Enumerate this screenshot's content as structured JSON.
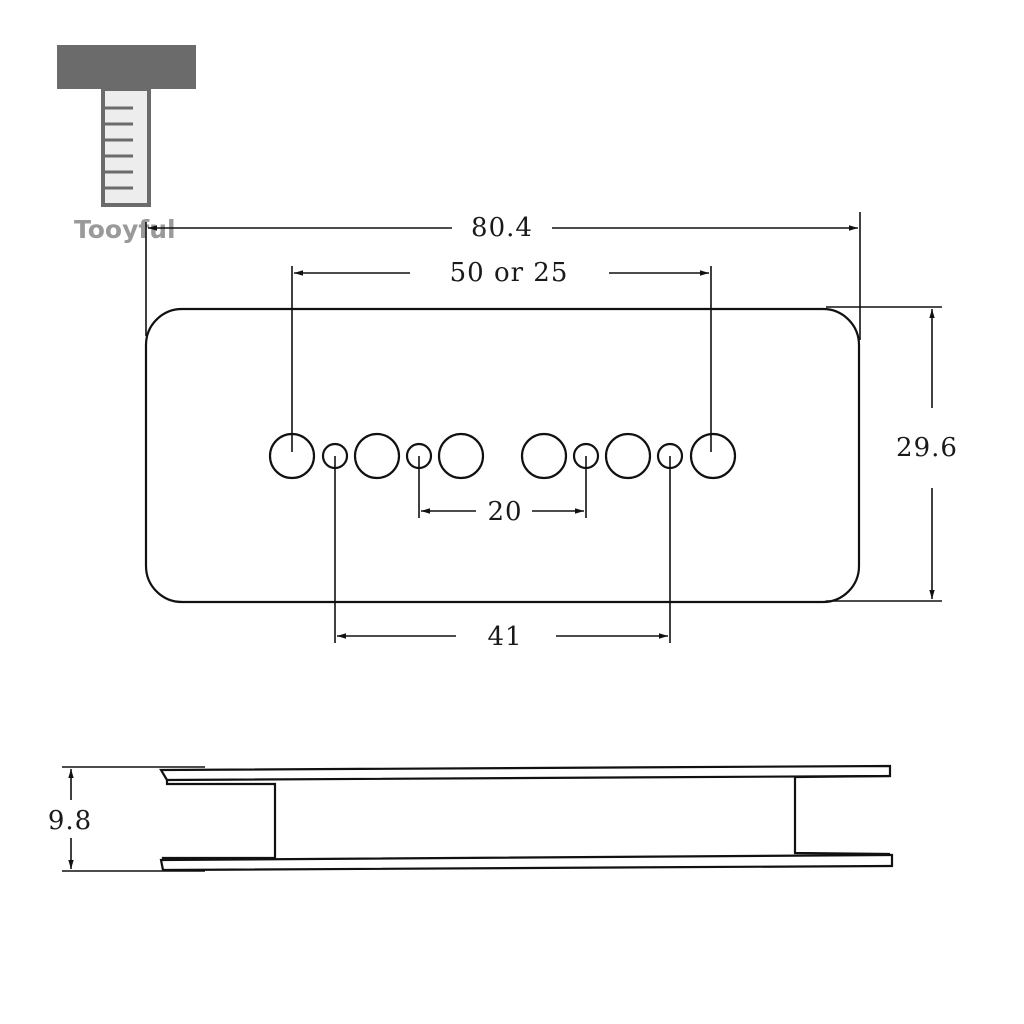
{
  "logo": {
    "brand_text": "Tooyful",
    "block_color": "#6b6b6b",
    "text_color": "#9a9a9a"
  },
  "dimensions": {
    "overall_length": "80.4",
    "pole_spacing": "50 or 25",
    "height": "29.6",
    "inner_spacing": "20",
    "outer_spacing": "41",
    "side_thickness": "9.8"
  },
  "colors": {
    "line": "#111111",
    "background": "#ffffff"
  }
}
